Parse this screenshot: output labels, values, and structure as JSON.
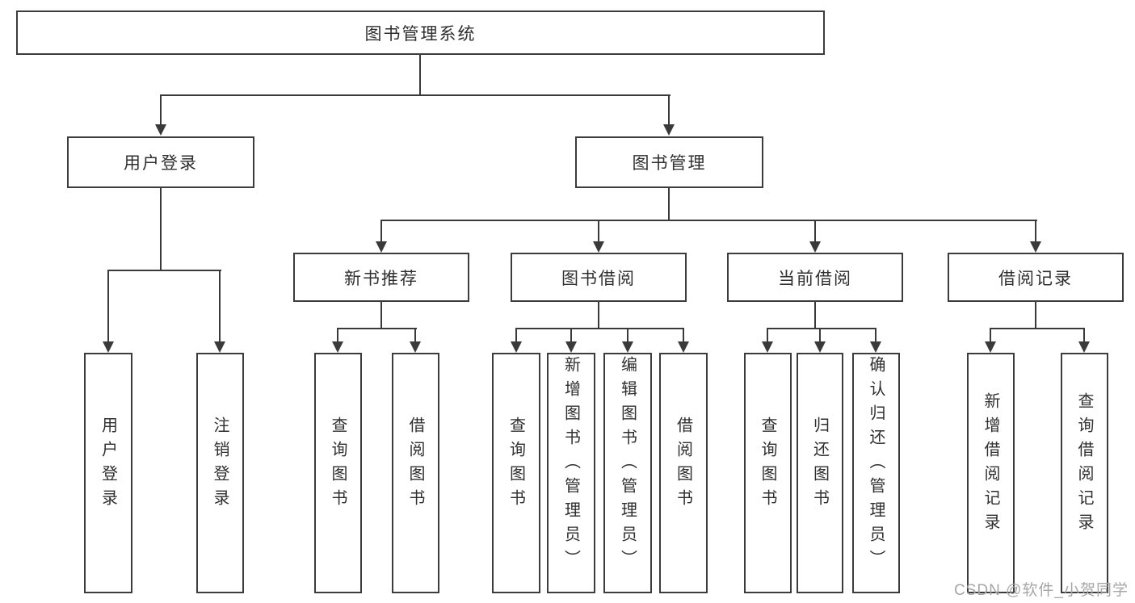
{
  "diagram": {
    "root": {
      "label": "图书管理系统"
    },
    "level2": [
      {
        "label": "用户登录",
        "children": [
          {
            "label": "用户登录"
          },
          {
            "label": "注销登录"
          }
        ]
      },
      {
        "label": "图书管理",
        "children": [
          {
            "label": "新书推荐",
            "children": [
              {
                "label": "查询图书"
              },
              {
                "label": "借阅图书"
              }
            ]
          },
          {
            "label": "图书借阅",
            "children": [
              {
                "label": "查询图书"
              },
              {
                "label": "新增图书（管理员）"
              },
              {
                "label": "编辑图书（管理员）"
              },
              {
                "label": "借阅图书"
              }
            ]
          },
          {
            "label": "当前借阅",
            "children": [
              {
                "label": "查询图书"
              },
              {
                "label": "归还图书"
              },
              {
                "label": "确认归还（管理员）"
              }
            ]
          },
          {
            "label": "借阅记录",
            "children": [
              {
                "label": "新增借阅记录"
              },
              {
                "label": "查询借阅记录"
              }
            ]
          }
        ]
      }
    ]
  },
  "watermark": {
    "text": "CSDN @软件_小贺同学"
  },
  "colors": {
    "line": "#3a3a3a",
    "border": "#3c3c3c",
    "text": "#2f2f2f",
    "watermark": "#a6a6a6",
    "background": "#ffffff"
  }
}
